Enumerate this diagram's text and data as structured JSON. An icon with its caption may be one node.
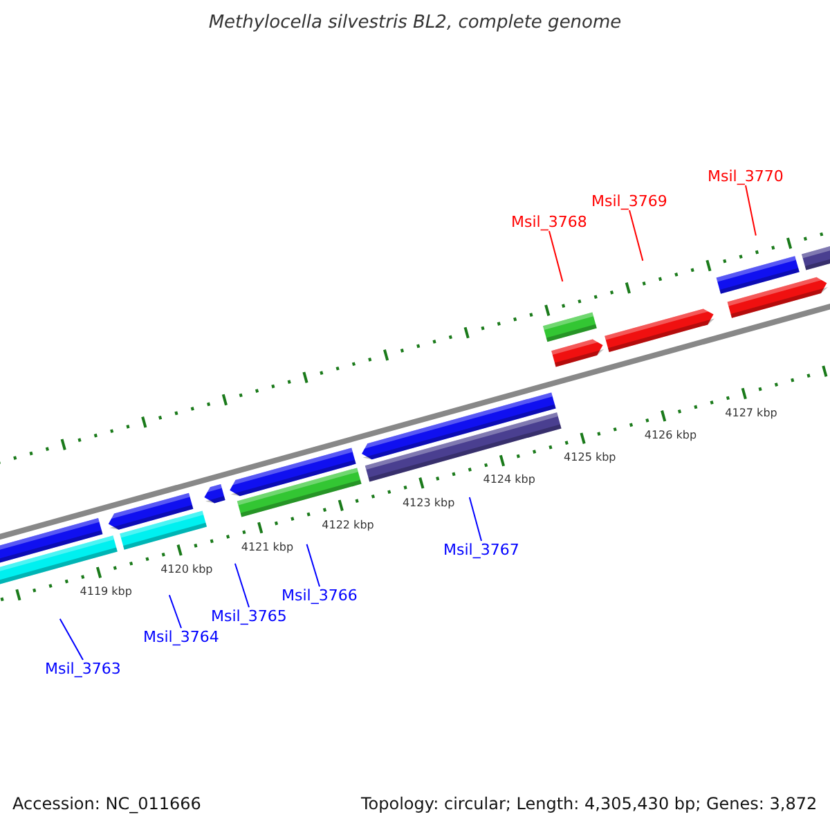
{
  "diagram": {
    "title": "Methylocella silvestris BL2, complete genome",
    "nodes": [
      {
        "text": [
          "Msil_3763"
        ]
      },
      {
        "text": [
          "Msil_3764"
        ]
      },
      {
        "text": [
          "Msil_3765"
        ]
      },
      {
        "text": [
          "Msil_3766"
        ]
      },
      {
        "text": [
          "Msil_3767"
        ]
      },
      {
        "text": [
          "Msil_3768"
        ]
      },
      {
        "text": [
          "Msil_3769"
        ]
      },
      {
        "text": [
          "Msil_3770"
        ]
      }
    ],
    "edges": [
      {
        "from": 0,
        "to": null,
        "arrow": "none"
      },
      {
        "from": 1,
        "to": null,
        "arrow": "none"
      },
      {
        "from": 2,
        "to": null,
        "arrow": "none"
      },
      {
        "from": 3,
        "to": null,
        "arrow": "none"
      },
      {
        "from": 4,
        "to": null,
        "arrow": "none"
      },
      {
        "from": 5,
        "to": null,
        "arrow": "none",
        "color": "#ff0000"
      },
      {
        "from": 6,
        "to": null,
        "arrow": "none",
        "color": "#ff0000"
      },
      {
        "from": 7,
        "to": null,
        "arrow": "none",
        "color": "#ff0000"
      }
    ],
    "labels": [
      "4119 kbp",
      "4120 kbp",
      "4121 kbp",
      "4122 kbp",
      "4123 kbp",
      "4124 kbp",
      "4125 kbp",
      "4126 kbp",
      "4127 kbp",
      "Accession: NC_011666",
      "Topology: circular; Length: 4,305,430 bp; Genes: 3,872"
    ]
  }
}
